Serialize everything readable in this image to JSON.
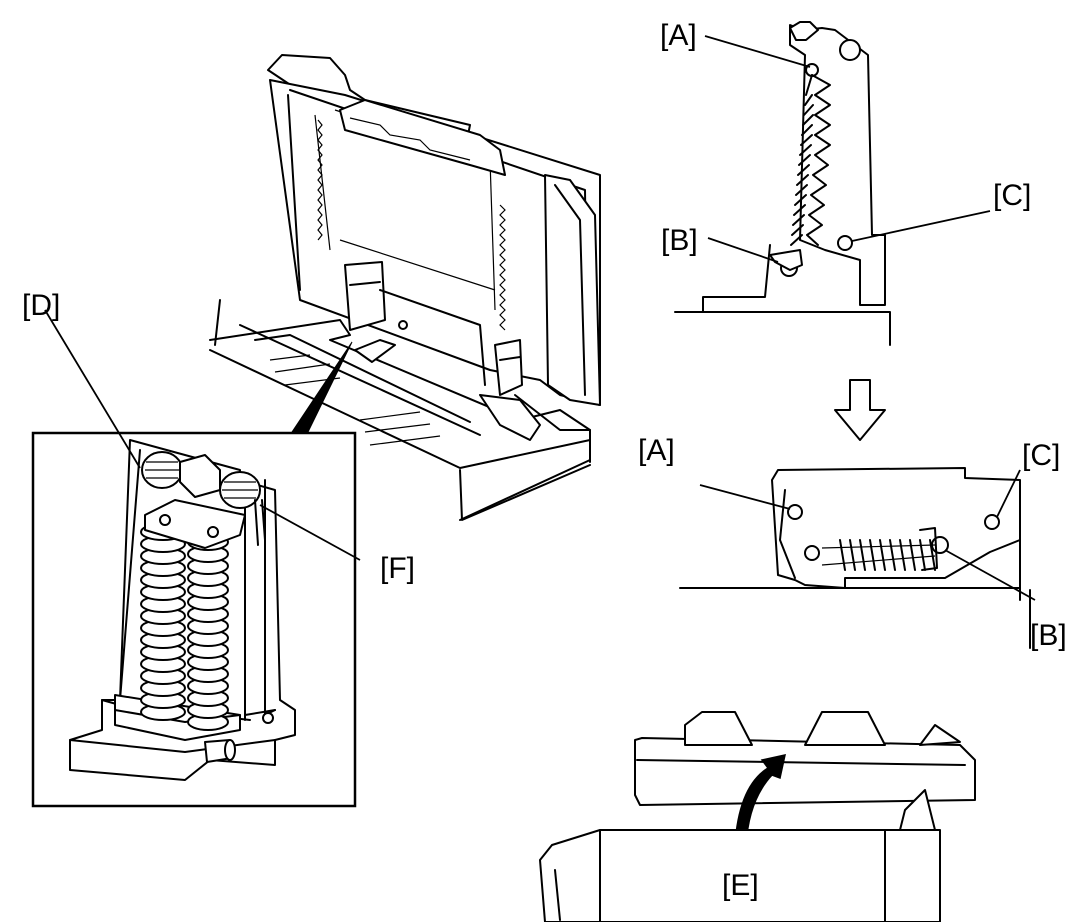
{
  "callouts": {
    "a_top": "[A]",
    "b_top": "[B]",
    "c_top": "[C]",
    "a_bottom": "[A]",
    "b_bottom": "[B]",
    "c_bottom": "[C]",
    "d": "[D]",
    "e": "[E]",
    "f": "[F]"
  }
}
